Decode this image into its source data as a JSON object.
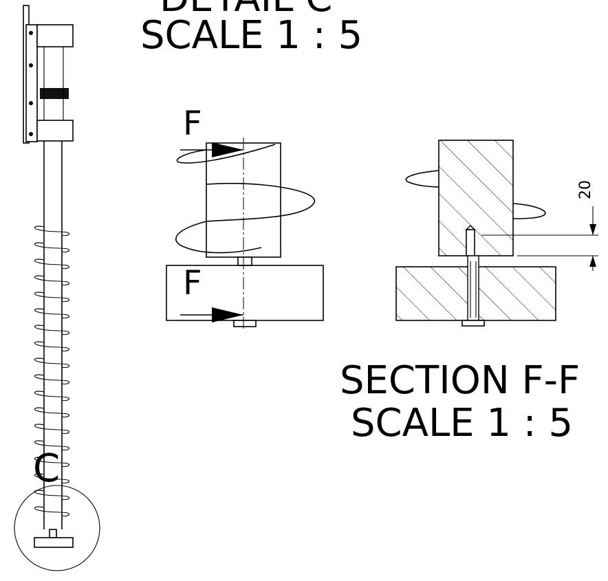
{
  "drawing": {
    "detail_title": "DETAIL C",
    "detail_scale": "SCALE 1 : 5",
    "section_marker_top": "F",
    "section_marker_bottom": "F",
    "detail_marker": "C",
    "dimension_value": "20",
    "section_title": "SECTION F-F",
    "section_scale": "SCALE 1 : 5"
  }
}
